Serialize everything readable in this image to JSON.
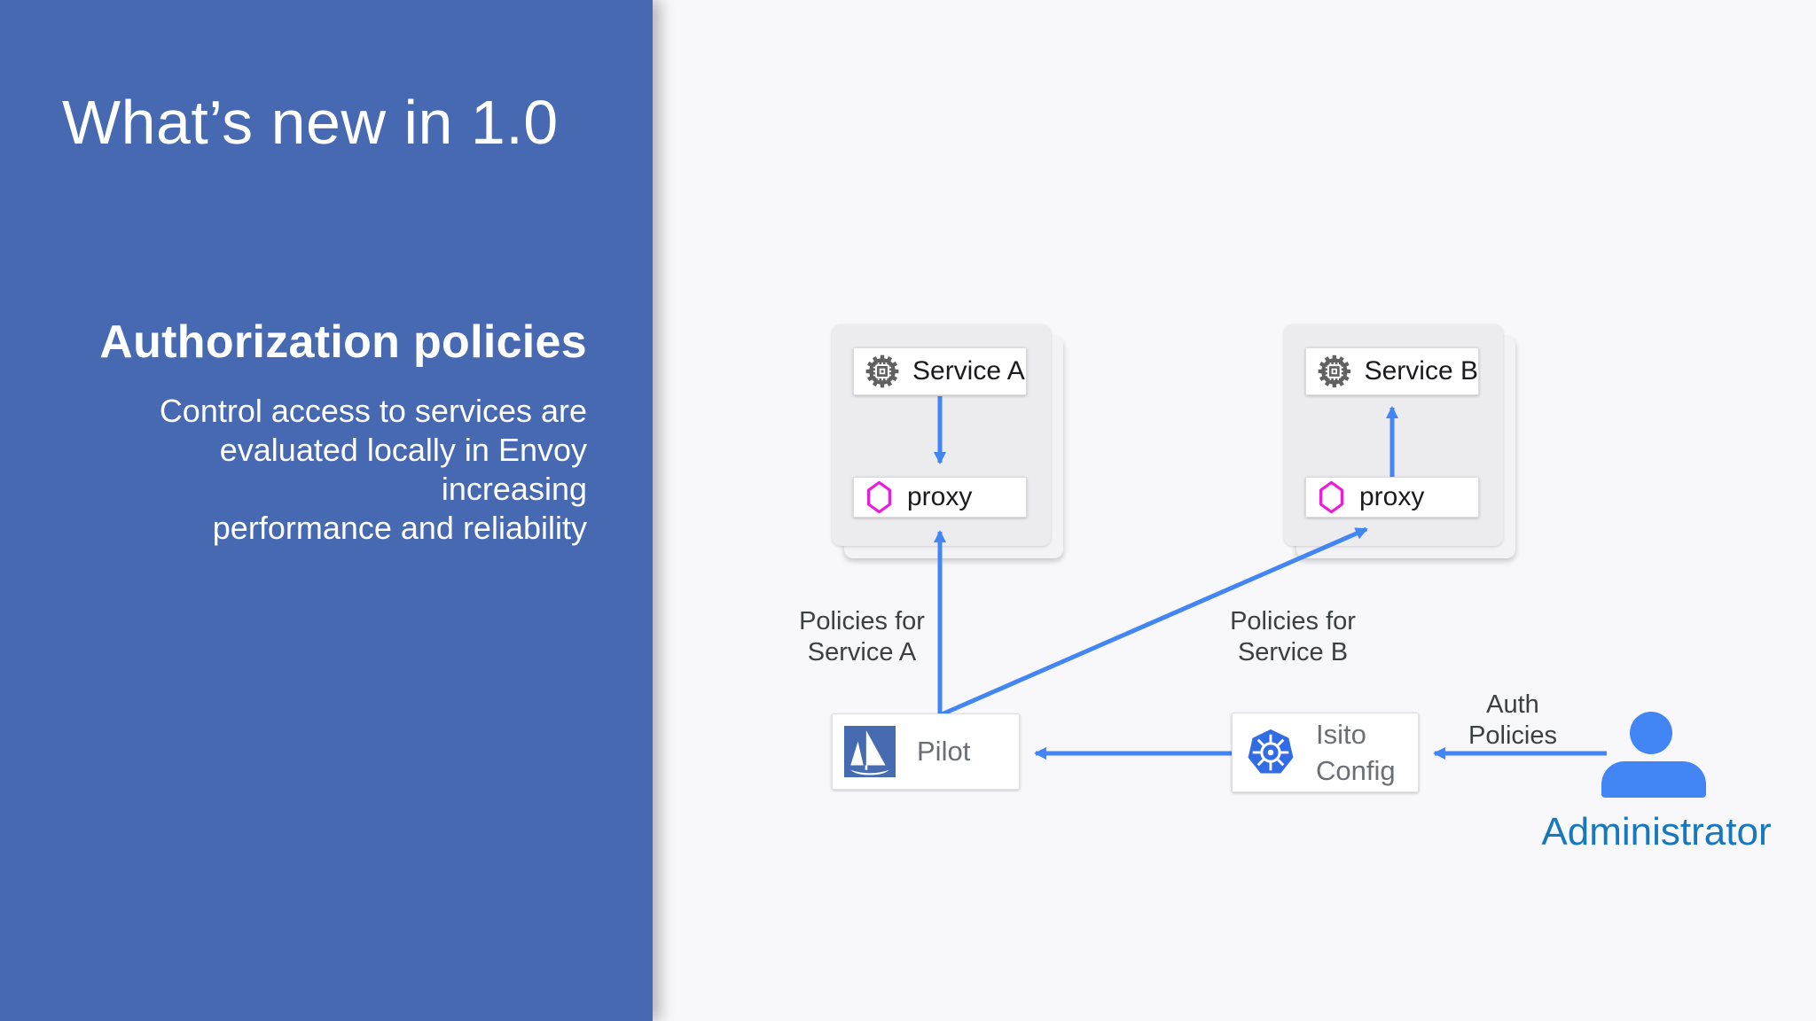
{
  "panel": {
    "title": "What’s new in 1.0",
    "heading": "Authorization policies",
    "body_lines": [
      "Control access to services are",
      "evaluated locally in Envoy increasing",
      "performance and reliability"
    ]
  },
  "diagram": {
    "service_a_label": "Service A",
    "proxy_a_label": "proxy",
    "service_b_label": "Service B",
    "proxy_b_label": "proxy",
    "pilot_label": "Pilot",
    "istio_config_line1": "Isito",
    "istio_config_line2": "Config",
    "policies_a": [
      "Policies for",
      "Service A"
    ],
    "policies_b": [
      "Policies for",
      "Service B"
    ],
    "auth": [
      "Auth",
      "Policies"
    ],
    "administrator": "Administrator"
  },
  "icons": {
    "service": "chip-gear-icon",
    "proxy": "envoy-hexagon-icon",
    "pilot": "sailboat-icon",
    "istio_config": "kubernetes-wheel-icon",
    "administrator": "person-icon"
  },
  "colors": {
    "panel_blue": "#4669b2",
    "arrow_blue": "#4285f4",
    "admin_text_blue": "#1878be",
    "istio_blue": "#466bb0",
    "k8s_blue": "#326ce5",
    "envoy_magenta": "#ed1cdb",
    "service_icon_gray": "#616161",
    "background": "#f8f8fa",
    "label_dark": "#3c4043",
    "box_text_gray": "#6b6f74"
  }
}
